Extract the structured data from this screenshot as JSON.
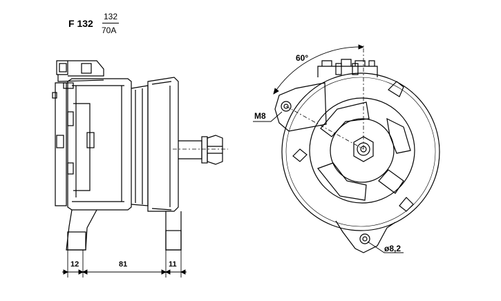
{
  "header": {
    "model": "F 132",
    "fraction_top": "132",
    "fraction_bottom": "70A"
  },
  "dimensions": {
    "left": "12",
    "middle": "81",
    "right": "11"
  },
  "front_view": {
    "angle": "60°",
    "thread": "M8",
    "hole": "ø8,2"
  }
}
